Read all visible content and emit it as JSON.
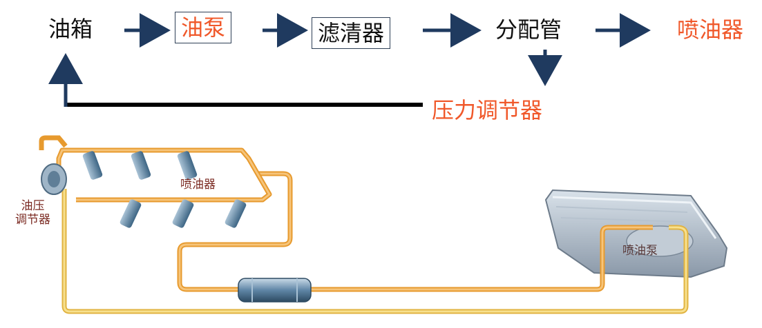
{
  "flow": {
    "tank": "油箱",
    "pump": "油泵",
    "filter": "滤清器",
    "rail": "分配管",
    "injector": "喷油器",
    "regulator": "压力调节器"
  },
  "illustration": {
    "injectors_label": "喷油器",
    "regulator_label_line1": "油压",
    "regulator_label_line2": "调节器",
    "pump_label": "喷油泵"
  },
  "colors": {
    "arrow": "#1f3a5f",
    "orange_text": "#f0582a",
    "fuel_line": "#f2a93b",
    "return_line": "#f3d06a"
  }
}
